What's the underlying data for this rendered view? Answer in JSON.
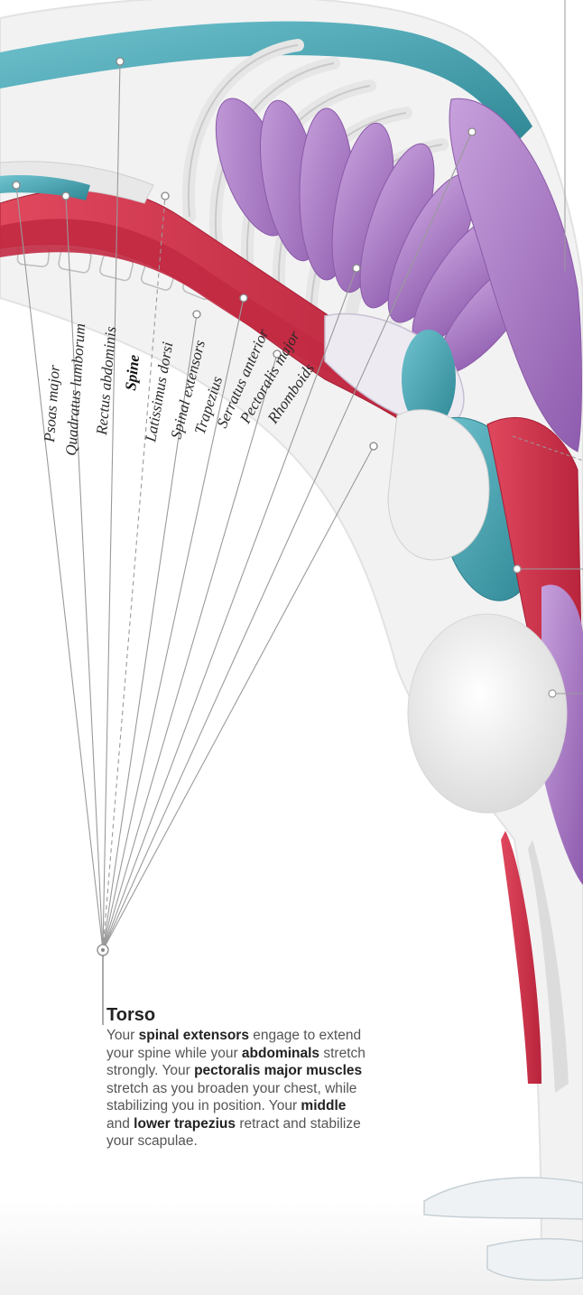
{
  "labels": [
    {
      "text": "Psoas major",
      "bold": false
    },
    {
      "text": "Quadratus lumborum",
      "bold": false
    },
    {
      "text": "Rectus abdominis",
      "bold": false
    },
    {
      "text": "Spine",
      "bold": true
    },
    {
      "text": "Latissimus dorsi",
      "bold": false
    },
    {
      "text": "Spinal extensors",
      "bold": false
    },
    {
      "text": "Trapezius",
      "bold": false
    },
    {
      "text": "Serratus anterior",
      "bold": false
    },
    {
      "text": "Pectoralis major",
      "bold": false
    },
    {
      "text": "Rhomboids",
      "bold": false
    }
  ],
  "caption": {
    "title": "Torso",
    "segments": [
      {
        "t": "Your "
      },
      {
        "t": "spinal extensors",
        "b": true
      },
      {
        "t": " engage to extend your spine while your "
      },
      {
        "t": "abdominals",
        "b": true
      },
      {
        "t": " stretch strongly. Your "
      },
      {
        "t": "pectoralis major muscles",
        "b": true
      },
      {
        "t": " stretch as you broaden your chest, while stabilizing you in position. Your "
      },
      {
        "t": "middle",
        "b": true
      },
      {
        "t": " and "
      },
      {
        "t": "lower trapezius",
        "b": true
      },
      {
        "t": " retract and stabilize your scapulae."
      }
    ]
  },
  "colors": {
    "muscle_red": "#d4344c",
    "muscle_teal": "#3fa3b2",
    "muscle_purple": "#a877c6",
    "bone": "#ececec",
    "leader": "#9a9a9a"
  }
}
